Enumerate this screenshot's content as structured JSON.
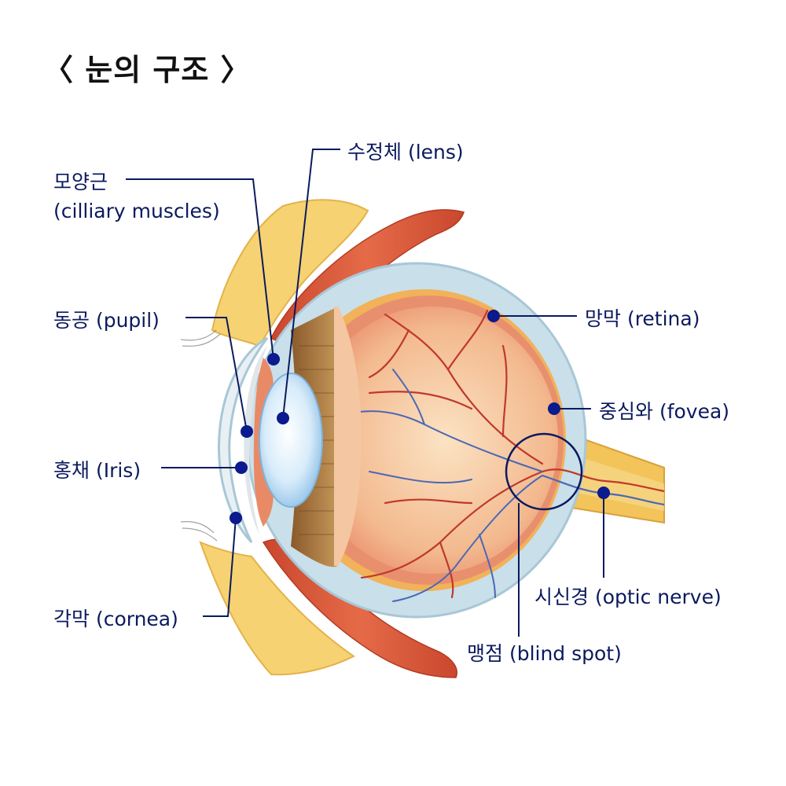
{
  "title": "〈 눈의 구조 〉",
  "labels": {
    "ciliary": {
      "ko": "모양근",
      "en": "(cilliary muscles)"
    },
    "lens": "수정체 (lens)",
    "pupil": "동공 (pupil)",
    "iris": "홍채 (Iris)",
    "cornea": "각막 (cornea)",
    "retina": "망막 (retina)",
    "fovea": "중심와 (fovea)",
    "optic_nerve": "시신경 (optic nerve)",
    "blind_spot": "맹점 (blind spot)"
  },
  "colors": {
    "label_text": "#0b1a5e",
    "leader_dot": "#0b1a8c",
    "sclera": "#c9dfe9",
    "retina": "#e8906e",
    "vitreous": "#f4c6a2",
    "muscle": "#d9543a",
    "bone": "#f6d272",
    "nerve": "#f2c45a"
  }
}
